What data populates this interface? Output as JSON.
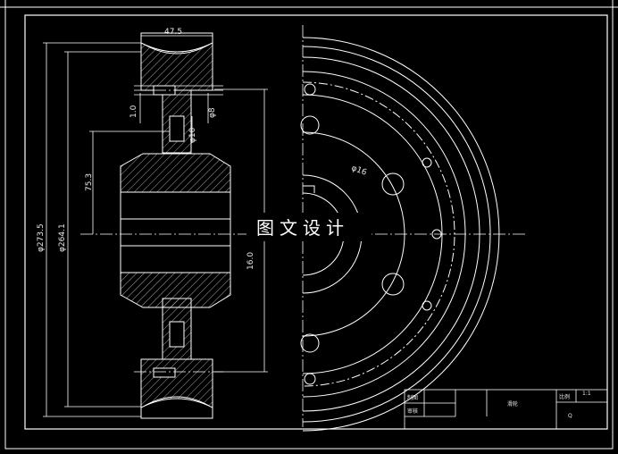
{
  "watermark": "图文设计",
  "dimensions": {
    "width_top": "47.5",
    "dia_273": "φ273.5",
    "dia_264": "φ264.1",
    "dim_75": "75.3",
    "dim_1": "1.0",
    "dia_8": "φ8",
    "dia_10": "φ10",
    "dim_16": "16.0",
    "dia_16_circle": "φ16"
  },
  "title_block": {
    "drawn_label": "制图",
    "check_label": "审核",
    "part_name": "滑轮",
    "scale_label": "比例",
    "scale_value": "1:1",
    "material": "Q"
  },
  "colors": {
    "background": "#000000",
    "lines": "#ffffff",
    "hatch": "#cfcfcf"
  }
}
